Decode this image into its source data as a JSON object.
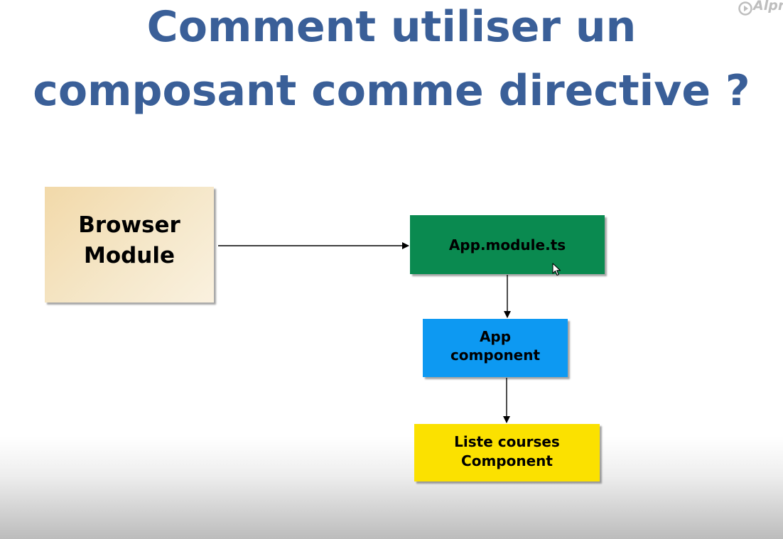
{
  "slide": {
    "title_line1": "Comment utiliser un",
    "title_line2": "composant comme directive ?"
  },
  "watermark": {
    "text": "Alpr",
    "icon": "play-circle-icon"
  },
  "diagram": {
    "nodes": {
      "browser_module": {
        "line1": "Browser",
        "line2": "Module",
        "color": "#f5e2bd"
      },
      "app_module": {
        "label": "App.module.ts",
        "color": "#0a8a50"
      },
      "app_component": {
        "line1": "App",
        "line2": "component",
        "color": "#0d99f2"
      },
      "liste_courses_component": {
        "line1": "Liste courses",
        "line2": "Component",
        "color": "#fbe100"
      }
    },
    "edges": [
      {
        "from": "browser_module",
        "to": "app_module"
      },
      {
        "from": "app_module",
        "to": "app_component"
      },
      {
        "from": "app_component",
        "to": "liste_courses_component"
      }
    ]
  },
  "colors": {
    "title": "#3a5f98"
  }
}
